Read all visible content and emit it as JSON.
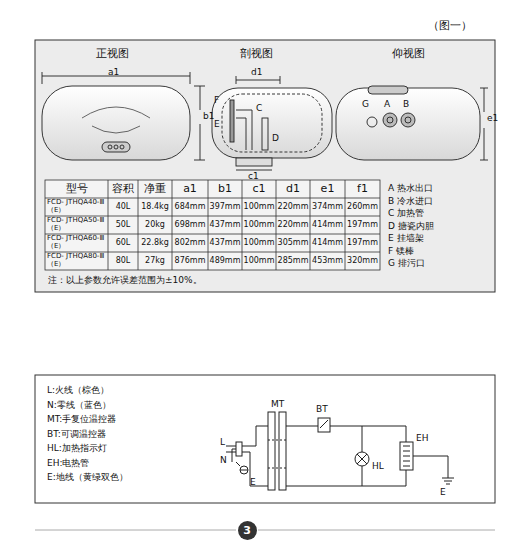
{
  "diagram": {
    "nodes": [
      {
        "text": [
          "3"
        ]
      }
    ],
    "labels": [
      "（图一）",
      "正视图",
      "剖视图",
      "仰视图",
      "a1",
      "b1",
      "d1",
      "C",
      "F",
      "E",
      "D",
      "c1",
      "G",
      "A",
      "B",
      "e1",
      "型号",
      "容积",
      "净重",
      "a1",
      "b1",
      "c1",
      "d1",
      "e1",
      "f1",
      "FCD- JTHQA40-Ⅲ（E）",
      "40L",
      "18.4kg",
      "684mm",
      "397mm",
      "100mm",
      "220mm",
      "374mm",
      "260mm",
      "FCD- JTHQA50-Ⅲ（E）",
      "50L",
      "20kg",
      "698mm",
      "437mm",
      "100mm",
      "220mm",
      "414mm",
      "197mm",
      "FCD- JTHQA60-Ⅲ（E）",
      "60L",
      "22.8kg",
      "802mm",
      "437mm",
      "100mm",
      "305mm",
      "414mm",
      "197mm",
      "FCD- JTHQA80-Ⅲ（E）",
      "80L",
      "27kg",
      "876mm",
      "489mm",
      "100mm",
      "285mm",
      "453mm",
      "320mm",
      "A 热水出口",
      "B 冷水进口",
      "C 加热管",
      "D 搪瓷内胆",
      "E 挂墙架",
      "F 镁棒",
      "G 排污口",
      "注：以上参数允许误差范围为±10%。",
      "L:火线（棕色）",
      "N:零线（蓝色）",
      "MT:手复位温控器",
      "BT:可调温控器",
      "HL:加热指示灯",
      "EH:电热管",
      "E:地线（黄绿双色）",
      "MT",
      "BT",
      "L",
      "N",
      "E",
      "HL",
      "EH",
      "E"
    ]
  }
}
